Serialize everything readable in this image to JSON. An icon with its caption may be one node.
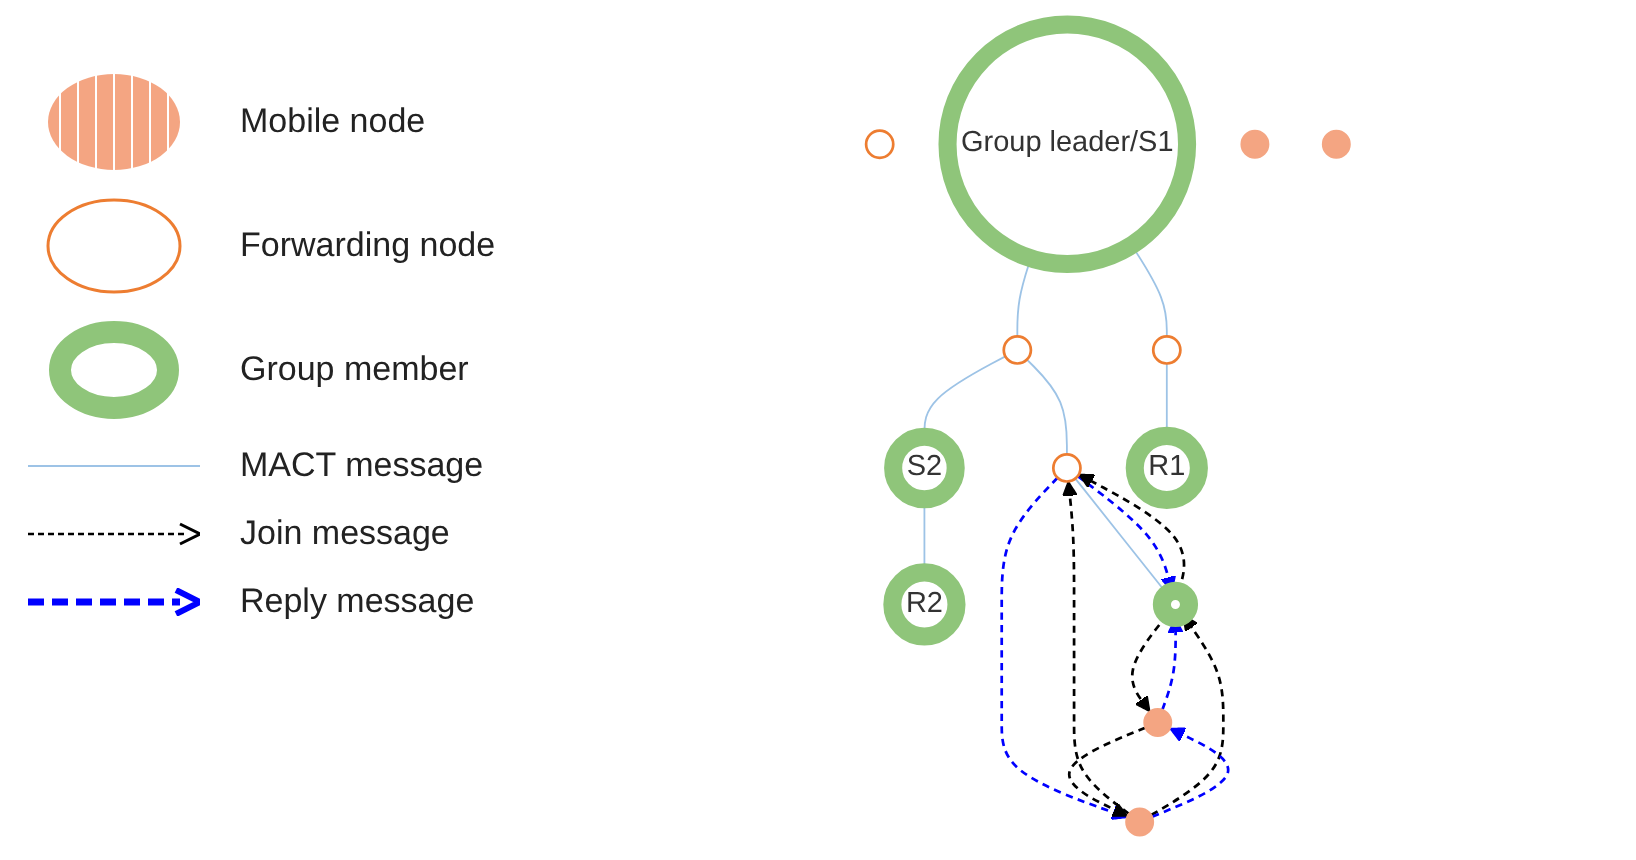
{
  "diagram": {
    "nodes": [
      {
        "text": [],
        "shape": "circle"
      },
      {
        "text": [
          "Group leader/S1"
        ]
      },
      {
        "text": [
          "S2"
        ]
      },
      {
        "text": [
          "R2"
        ]
      },
      {
        "text": [],
        "shape": "circle"
      },
      {
        "text": [],
        "shape": "circle"
      },
      {
        "text": [],
        "shape": "circle"
      },
      {
        "text": [],
        "shape": "circle"
      },
      {
        "text": [],
        "shape": "circle"
      },
      {
        "text": [
          "R1"
        ]
      },
      {
        "text": [],
        "shape": "circle"
      },
      {
        "text": [],
        "shape": "circle"
      },
      {
        "text": [],
        "shape": "circle"
      }
    ],
    "edges": [
      {
        "from": 1,
        "to": 4,
        "arrow": "none"
      },
      {
        "from": 1,
        "to": 5,
        "arrow": "none"
      },
      {
        "from": 5,
        "to": 2,
        "arrow": "none"
      },
      {
        "from": 2,
        "to": 3,
        "arrow": "none"
      },
      {
        "from": 4,
        "to": 9,
        "arrow": "none"
      },
      {
        "from": 5,
        "to": 7,
        "arrow": "none"
      },
      {
        "from": 7,
        "to": 11,
        "arrow": "none"
      },
      {
        "from": 10,
        "to": 7,
        "arrow": "to",
        "style": "dashed",
        "color": "#000000"
      },
      {
        "from": 7,
        "to": 10,
        "arrow": "to",
        "style": "dashed",
        "color": "#0000ff"
      },
      {
        "from": 10,
        "to": 11,
        "arrow": "to",
        "style": "dashed",
        "color": "#000000"
      },
      {
        "from": 7,
        "to": 11,
        "arrow": "to",
        "style": "dashed",
        "color": "#0000ff"
      },
      {
        "from": 11,
        "to": 7,
        "arrow": "to",
        "style": "dashed",
        "color": "#000000"
      },
      {
        "from": 10,
        "to": 12,
        "arrow": "to",
        "style": "dashed",
        "color": "#0000ff"
      },
      {
        "from": 12,
        "to": 10,
        "arrow": "to",
        "style": "dashed",
        "color": "#000000"
      },
      {
        "from": 11,
        "to": 12,
        "arrow": "to",
        "style": "dashed",
        "color": "#000000"
      },
      {
        "from": 12,
        "to": 11,
        "arrow": "to",
        "style": "dashed",
        "color": "#0000ff"
      }
    ],
    "legend": [
      {
        "text": "Mobile node"
      },
      {
        "text": "Forwarding node"
      },
      {
        "text": "Group member"
      },
      {
        "text": "MACT message"
      },
      {
        "text": "Join message"
      },
      {
        "text": "Reply message"
      }
    ]
  }
}
